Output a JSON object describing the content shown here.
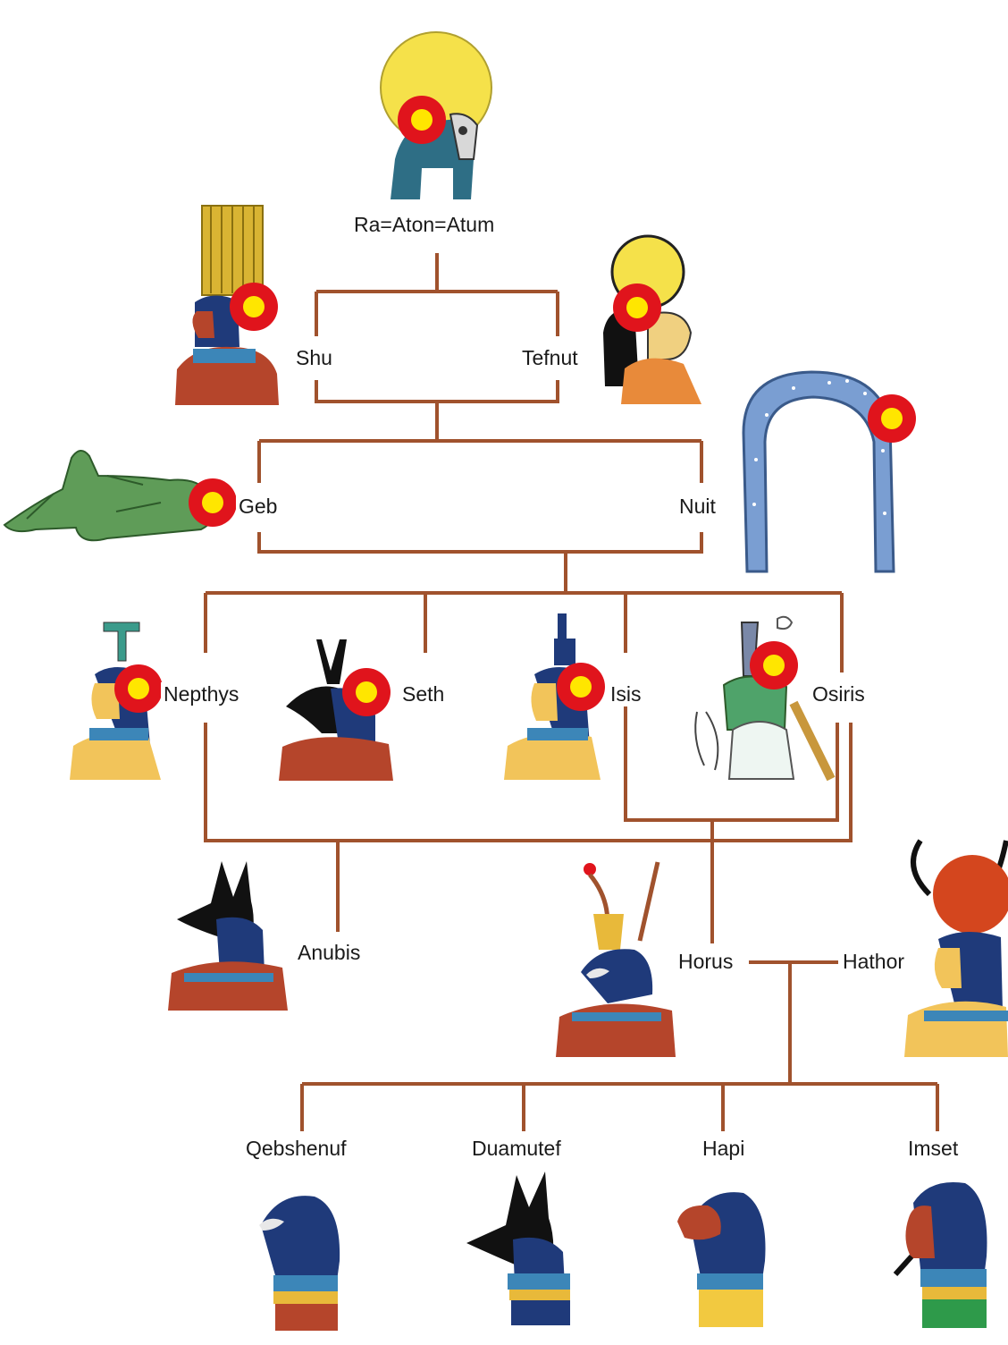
{
  "colors": {
    "line": "#a0522d",
    "sun": "#f5e14a",
    "flower": "#e0141c",
    "flower_center": "#ffe600",
    "navy": "#1f3a7a",
    "skin_red": "#b5452b",
    "gold": "#e8b93a",
    "green_god": "#5f9c58",
    "sky": "#7a9ed2",
    "anubis_black": "#111111"
  },
  "deities": {
    "ra": {
      "name": "Ra=Aton=Atum",
      "icon": "falcon-sun-disk"
    },
    "shu": {
      "name": "Shu",
      "icon": "plumed-god"
    },
    "tefnut": {
      "name": "Tefnut",
      "icon": "lioness-goddess"
    },
    "geb": {
      "name": "Geb",
      "icon": "reclining-earth-god"
    },
    "nuit": {
      "name": "Nuit",
      "icon": "arched-sky-goddess"
    },
    "nepthys": {
      "name": "Nepthys",
      "icon": "goddess-house-crown"
    },
    "seth": {
      "name": "Seth",
      "icon": "seth-animal-head"
    },
    "isis": {
      "name": "Isis",
      "icon": "goddess-throne-crown"
    },
    "osiris": {
      "name": "Osiris",
      "icon": "green-god-atef-crown"
    },
    "anubis": {
      "name": "Anubis",
      "icon": "jackal-head"
    },
    "horus": {
      "name": "Horus",
      "icon": "falcon-double-crown"
    },
    "hathor": {
      "name": "Hathor",
      "icon": "cow-horns-sun-disk"
    },
    "qebshenuf": {
      "name": "Qebshenuf",
      "icon": "falcon-head"
    },
    "duamutef": {
      "name": "Duamutef",
      "icon": "jackal-head"
    },
    "hapi": {
      "name": "Hapi",
      "icon": "baboon-head"
    },
    "imset": {
      "name": "Imset",
      "icon": "human-head"
    }
  }
}
